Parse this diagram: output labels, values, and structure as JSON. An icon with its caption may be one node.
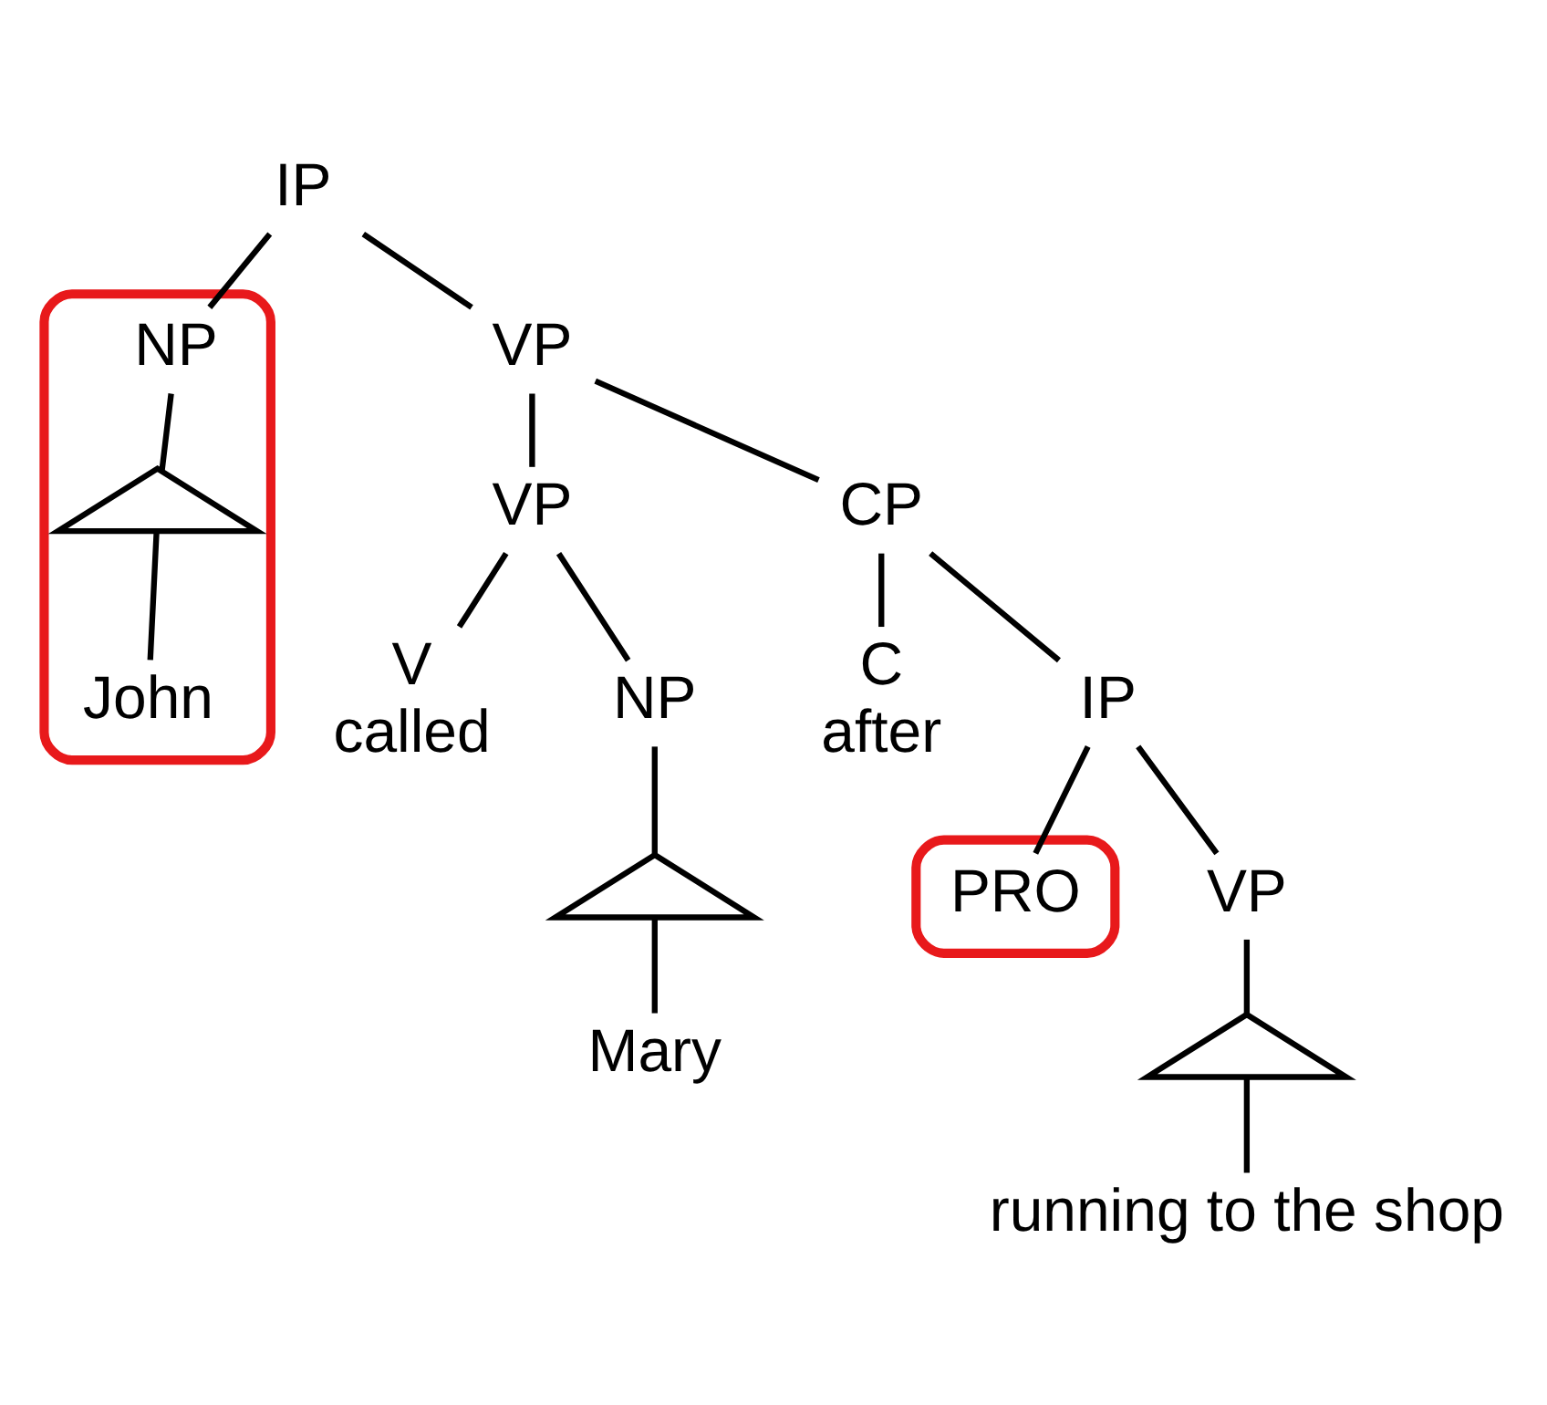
{
  "diagram": {
    "nodes": [
      {
        "text": [
          "IP"
        ]
      },
      {
        "text": [],
        "shape": "ellipse"
      },
      {
        "text": [
          "NP"
        ],
        "in": 1
      },
      {
        "text": [],
        "shape": "triangle",
        "in": 1
      },
      {
        "text": [
          "John"
        ],
        "in": 1
      },
      {
        "text": [
          "VP"
        ]
      },
      {
        "text": [
          "VP"
        ]
      },
      {
        "text": [
          "CP"
        ]
      },
      {
        "text": [
          "V",
          "called"
        ]
      },
      {
        "text": [
          "NP"
        ]
      },
      {
        "text": [
          "C",
          "after"
        ]
      },
      {
        "text": [
          "IP"
        ]
      },
      {
        "text": [],
        "shape": "triangle"
      },
      {
        "text": [],
        "shape": "ellipse"
      },
      {
        "text": [
          "PRO"
        ],
        "in": 13
      },
      {
        "text": [
          "VP"
        ]
      },
      {
        "text": [
          "Mary"
        ]
      },
      {
        "text": [],
        "shape": "triangle"
      },
      {
        "text": [
          "running to the shop"
        ]
      }
    ],
    "edges": [
      {
        "from": 0,
        "to": 2,
        "arrow": "none"
      },
      {
        "from": 0,
        "to": 5,
        "arrow": "none"
      },
      {
        "from": 2,
        "to": 3,
        "arrow": "none"
      },
      {
        "from": 3,
        "to": 4,
        "arrow": "none"
      },
      {
        "from": 5,
        "to": 6,
        "arrow": "none"
      },
      {
        "from": 5,
        "to": 7,
        "arrow": "none"
      },
      {
        "from": 6,
        "to": 8,
        "arrow": "none"
      },
      {
        "from": 6,
        "to": 9,
        "arrow": "none"
      },
      {
        "from": 7,
        "to": 10,
        "arrow": "none"
      },
      {
        "from": 7,
        "to": 11,
        "arrow": "none"
      },
      {
        "from": 9,
        "to": 12,
        "arrow": "none"
      },
      {
        "from": 12,
        "to": 16,
        "arrow": "none"
      },
      {
        "from": 11,
        "to": 14,
        "arrow": "none"
      },
      {
        "from": 11,
        "to": 15,
        "arrow": "none"
      },
      {
        "from": 15,
        "to": 17,
        "arrow": "none"
      },
      {
        "from": 17,
        "to": 18,
        "arrow": "none"
      }
    ]
  }
}
